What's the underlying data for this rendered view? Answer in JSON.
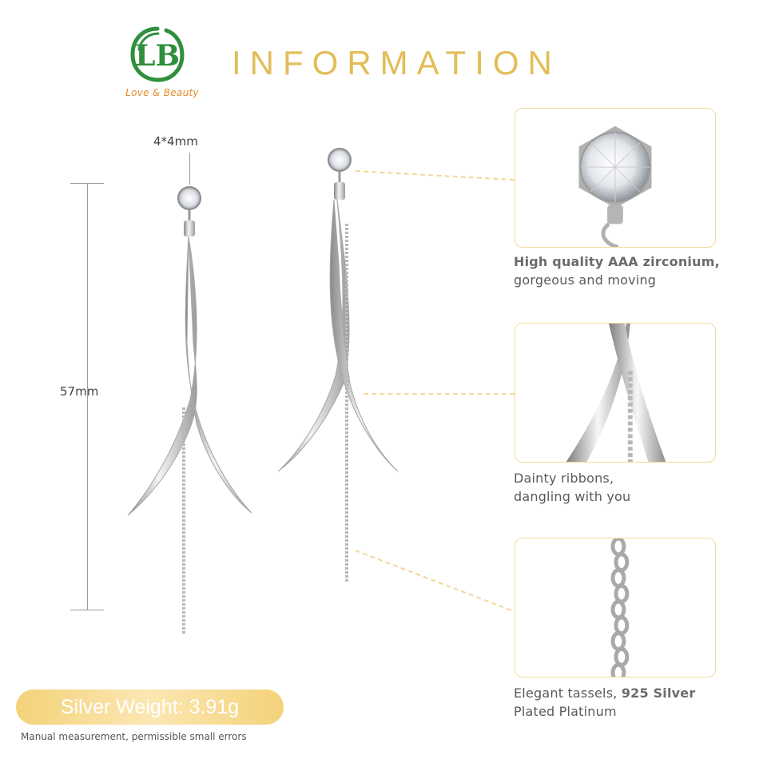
{
  "logo": {
    "monogram": "LB",
    "tagline": "Love & Beauty",
    "color": "#2f8f3a",
    "tagline_color": "#e08a2c"
  },
  "title": "INFORMATION",
  "dimensions": {
    "width_label": "4*4mm",
    "height_label": "57mm"
  },
  "details": [
    {
      "strong": "High quality AAA zirconium,",
      "text": "gorgeous and moving",
      "icon": "zirconium-closeup"
    },
    {
      "strong": "",
      "text1": "Dainty ribbons,",
      "text2": "dangling with you",
      "icon": "ribbon-closeup"
    },
    {
      "prefix": "Elegant tassels, ",
      "strong": "925 Silver",
      "text": "Plated Platinum",
      "icon": "tassel-closeup"
    }
  ],
  "weight_label": "Silver Weight: 3.91g",
  "note": "Manual measurement, permissible small errors",
  "colors": {
    "accent_gold": "#e2bd57",
    "panel_border": "#f0dc9c",
    "silver": "#c8c8c8"
  }
}
